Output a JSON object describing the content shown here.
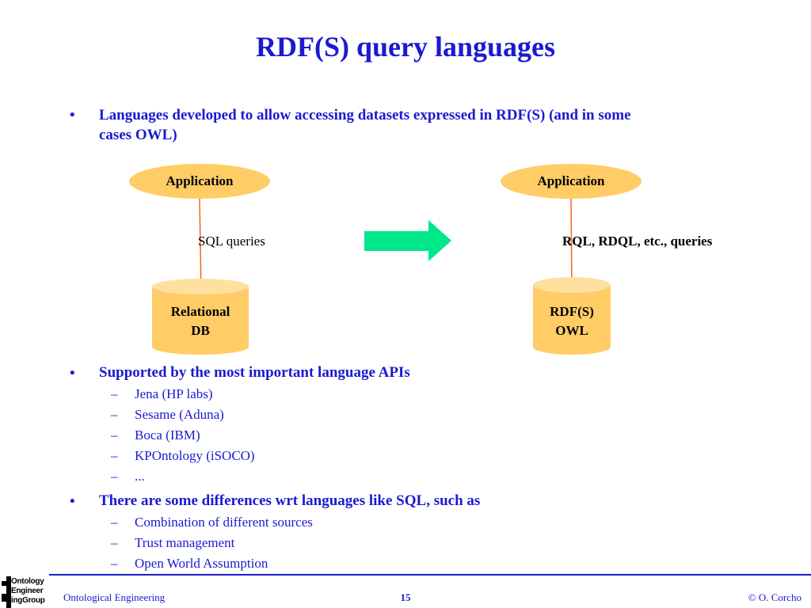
{
  "slide": {
    "title": "RDF(S) query languages",
    "bullet_char": "•",
    "dash_char": "–",
    "bullets": [
      {
        "line1": "Languages developed to allow accessing datasets expressed in RDF(S) (and in some",
        "line2": "cases OWL)"
      },
      {
        "text": "Supported by the most important language APIs",
        "subitems": [
          "Jena (HP labs)",
          "Sesame (Aduna)",
          "Boca (IBM)",
          "KPOntology (iSOCO)",
          "..."
        ]
      },
      {
        "text": "There are some differences wrt languages like SQL, such as",
        "subitems": [
          "Combination of different sources",
          "Trust management",
          "Open World Assumption"
        ]
      }
    ]
  },
  "diagram": {
    "left": {
      "app_label": "Application",
      "query_label": "SQL queries",
      "db_line1": "Relational",
      "db_line2": "DB"
    },
    "right": {
      "app_label": "Application",
      "query_label": "RQL, RDQL, etc., queries",
      "db_line1": "RDF(S)",
      "db_line2": "OWL"
    },
    "colors": {
      "shape_fill": "#FFCC66",
      "shape_top": "#FFE0A0",
      "arrow_line": "#F26522",
      "big_arrow": "#00E68A",
      "text_blue": "#1A1AD2"
    }
  },
  "footer": {
    "left": "Ontological Engineering",
    "page": "15",
    "right": "© O. Corcho",
    "logo_line1": "Ontology",
    "logo_line2": "Engineer",
    "logo_line3": "ingGroup"
  }
}
